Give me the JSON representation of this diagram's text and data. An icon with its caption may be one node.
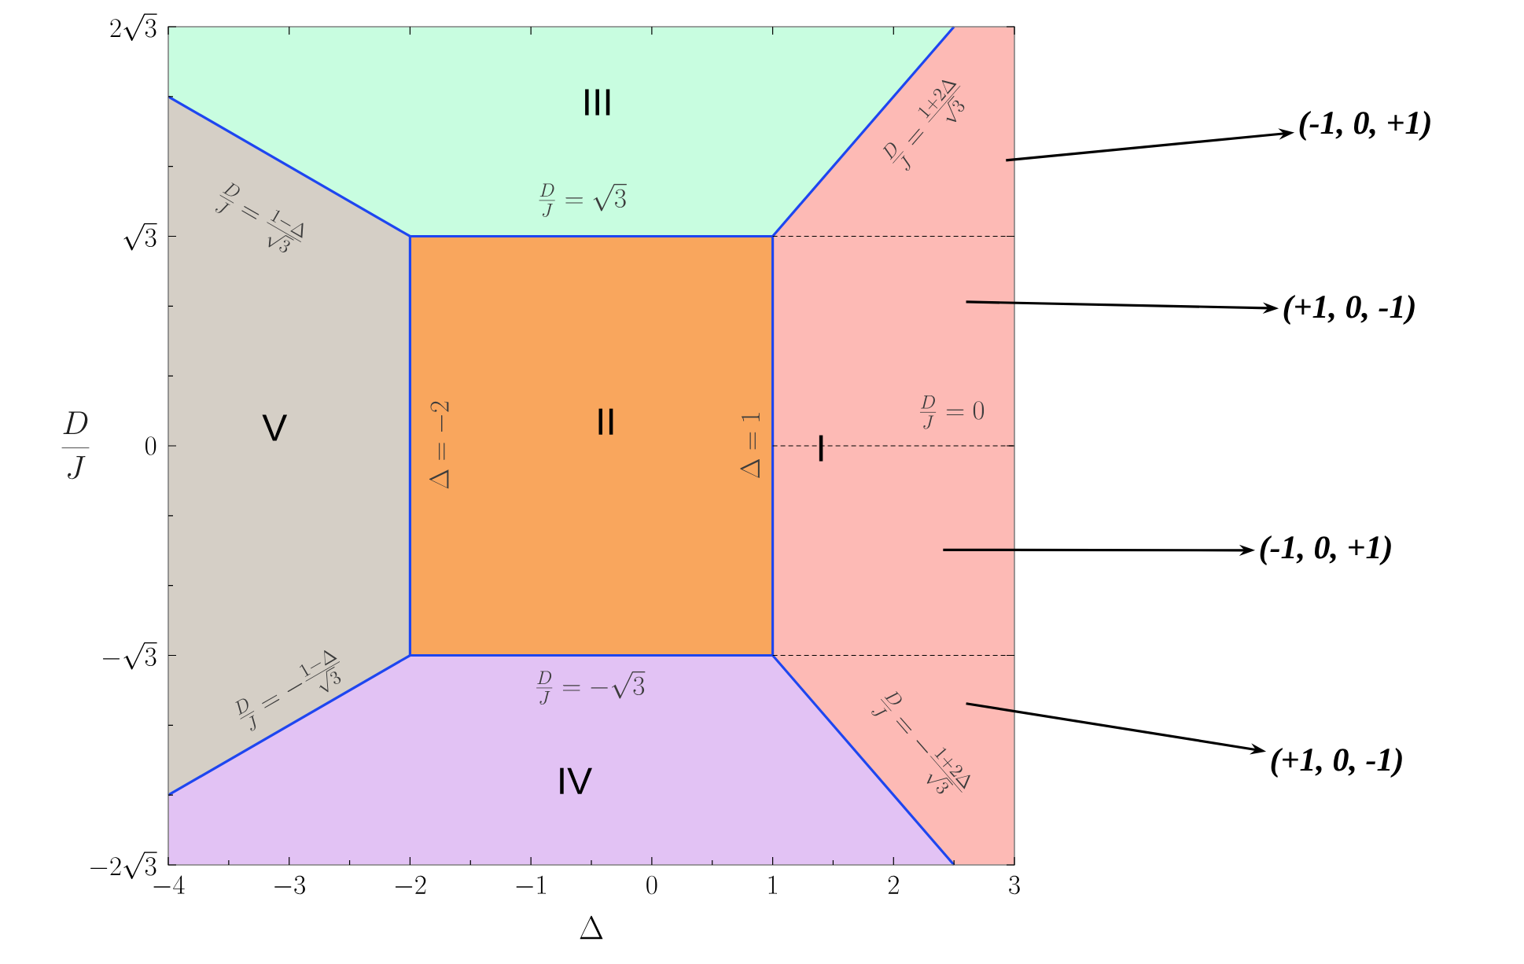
{
  "diagram": {
    "nodes": [
      {
        "text": [
          "III"
        ]
      },
      {
        "text": [
          "V"
        ]
      },
      {
        "text": [
          "II"
        ]
      },
      {
        "text": [
          "I"
        ]
      },
      {
        "text": [
          "IV"
        ]
      },
      {
        "text": [
          "(-1, 0, +1)"
        ]
      },
      {
        "text": [
          "(+1, 0, -1)"
        ]
      },
      {
        "text": [
          "(-1, 0, +1)"
        ]
      },
      {
        "text": [
          "(+1, 0, -1)"
        ]
      }
    ],
    "edges": [
      {
        "from": 3,
        "to": 5,
        "arrow": "to"
      },
      {
        "from": 3,
        "to": 6,
        "arrow": "to"
      },
      {
        "from": 3,
        "to": 7,
        "arrow": "to"
      },
      {
        "from": 3,
        "to": 8,
        "arrow": "to"
      }
    ],
    "labels": [
      "\\frac{D}{J} = \\frac{1+2\\Delta}{\\sqrt{3}}",
      "\\frac{D}{J} = \\frac{1-\\Delta}{\\sqrt{3}}",
      "\\frac{D}{J} = \\sqrt{3}",
      "\\frac{D}{J}",
      "\\Delta = -2",
      "\\Delta = 1",
      "\\frac{D}{J} = 0",
      "\\frac{D}{J} = -\\sqrt{3}",
      "\\frac{D}{J} = -\\frac{1-\\Delta}{\\sqrt{3}}",
      "\\frac{D}{J} = -\\frac{1+2\\Delta}{\\sqrt{3}}",
      "-2\\sqrt{3}",
      "-\\sqrt{3}",
      "0",
      "\\sqrt{3}",
      "2\\sqrt{3}",
      "-4",
      "-3",
      "-2",
      "-1",
      "0",
      "1",
      "2",
      "3",
      "\\Delta"
    ]
  }
}
